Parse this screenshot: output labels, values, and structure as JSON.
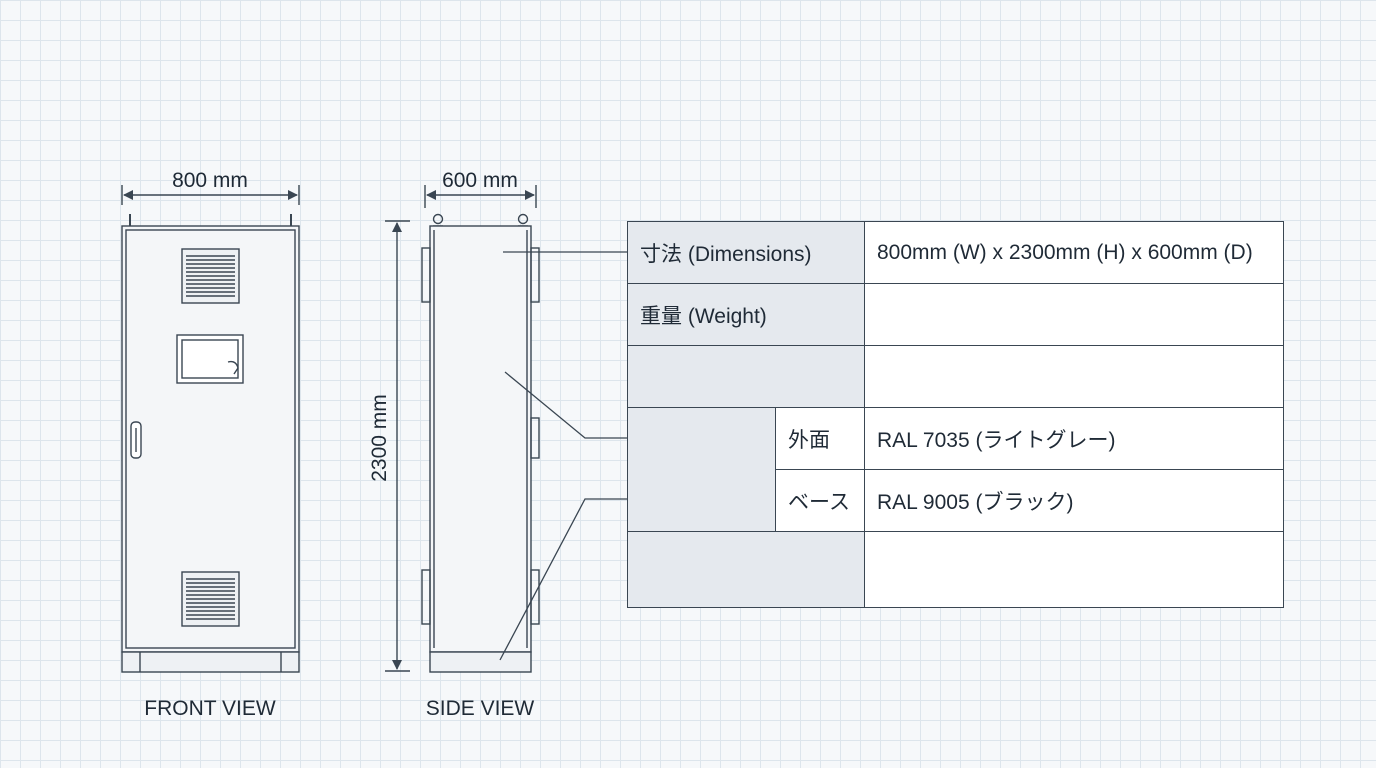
{
  "front_view": {
    "label": "FRONT VIEW",
    "width_dim": "800 mm"
  },
  "side_view": {
    "label": "SIDE VIEW",
    "depth_dim": "600 mm",
    "height_dim": "2300 mm"
  },
  "spec_table": {
    "dimensions_label": "寸法 (Dimensions)",
    "dimensions_value": "800mm (W) x 2300mm (H) x 600mm (D)",
    "weight_label": "重量 (Weight)",
    "weight_value": "",
    "row3_label": "",
    "row3_value": "",
    "color_group_label": "",
    "exterior_label": "外面",
    "exterior_value": "RAL 7035 (ライトグレー)",
    "base_label": "ベース",
    "base_value": "RAL 9005 (ブラック)",
    "row6_label": "",
    "row6_value": ""
  },
  "colors": {
    "line": "#3a4652",
    "header_fill": "#e5e9ee",
    "grid": "#dde5ec"
  }
}
